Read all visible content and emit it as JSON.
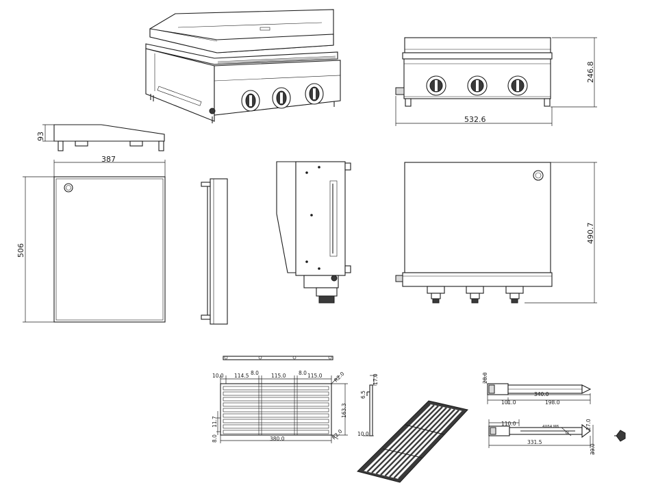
{
  "dimensions": {
    "front_width": "532.6",
    "front_height": "246.8",
    "side_height": "93",
    "top_width": "387",
    "top_depth": "506",
    "plan_depth": "490.7",
    "grate_d1": "10.0",
    "grate_d2": "114.5",
    "grate_d3": "8.0",
    "grate_d4": "115.0",
    "grate_d5": "8.0",
    "grate_d6": "115.0",
    "grate_d7": "R2.0",
    "grate_height": "163.3",
    "grate_left_a": "11.7",
    "grate_left_b": "8.0",
    "grate_total": "380.0",
    "grate_corner": "R2.0",
    "grate_side_a": "17.0",
    "grate_side_b": "6.5",
    "grate_side_c": "10.0",
    "burner_a": "28.0",
    "burner_b": "340.0",
    "burner_c": "101.0",
    "burner_d": "198.0",
    "burner_e": "110.0",
    "burner_f": "331.5",
    "burner_g": "27.0",
    "burner_h": "39.0",
    "burner_note": "4X64 M6"
  }
}
